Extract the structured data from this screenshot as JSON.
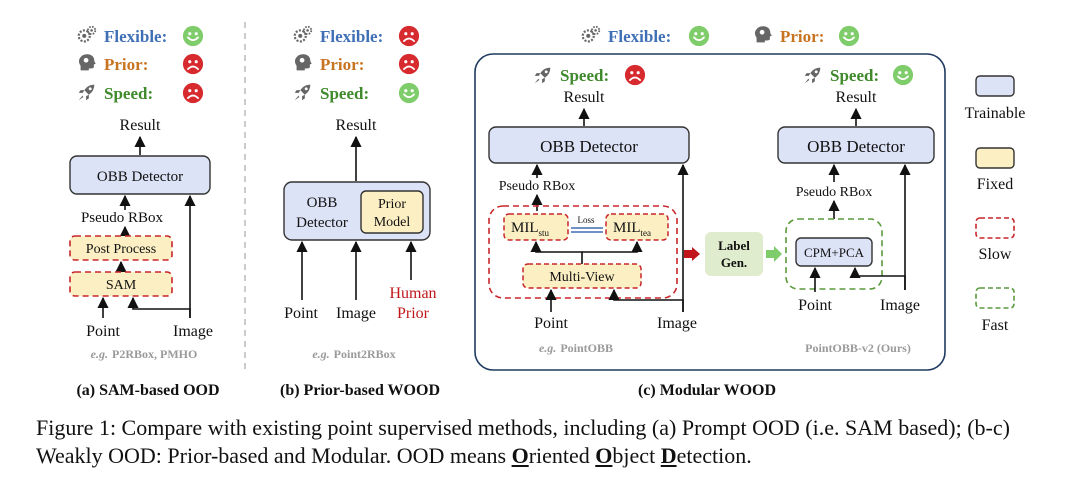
{
  "panel_a": {
    "flexible": "Flexible:",
    "prior": "Prior:",
    "speed": "Speed:",
    "result": "Result",
    "obb": "OBB Detector",
    "pseudo": "Pseudo RBox",
    "post": "Post Process",
    "sam": "SAM",
    "point": "Point",
    "image": "Image",
    "eg": "e.g.",
    "eg_names": "P2RBox, PMHO",
    "label": "(a) SAM-based OOD"
  },
  "panel_b": {
    "flexible": "Flexible:",
    "prior": "Prior:",
    "speed": "Speed:",
    "result": "Result",
    "obb_line1": "OBB",
    "obb_line2": "Detector",
    "prior_model_line1": "Prior",
    "prior_model_line2": "Model",
    "point": "Point",
    "image": "Image",
    "human_line1": "Human",
    "human_line2": "Prior",
    "eg": "e.g.",
    "eg_names": "Point2RBox",
    "label": "(b) Prior-based WOOD"
  },
  "panel_c": {
    "flexible": "Flexible:",
    "prior": "Prior:",
    "speed_left": "Speed:",
    "speed_right": "Speed:",
    "result_left": "Result",
    "result_right": "Result",
    "obb_left": "OBB Detector",
    "obb_right": "OBB Detector",
    "pseudo_left": "Pseudo RBox",
    "pseudo_right": "Pseudo RBox",
    "mil": "MIL",
    "stu": "stu",
    "tea": "tea",
    "loss": "Loss",
    "multiview": "Multi-View",
    "label_gen_line1": "Label",
    "label_gen_line2": "Gen.",
    "cpm": "CPM+PCA",
    "point_left": "Point",
    "image_left": "Image",
    "point_right": "Point",
    "image_right": "Image",
    "eg": "e.g.",
    "eg_names": "PointOBB",
    "ours": "PointOBB-v2 (Ours)",
    "label": "(c) Modular WOOD"
  },
  "legend": {
    "trainable": "Trainable",
    "fixed": "Fixed",
    "slow": "Slow",
    "fast": "Fast"
  },
  "caption": {
    "part1": "Figure 1: Compare with existing point supervised methods, including (a) Prompt OOD (i.e. SAM based); (b-c) Weakly OOD: Prior-based and Modular. OOD means ",
    "o1": "O",
    "rest1": "riented ",
    "o2": "O",
    "rest2": "bject ",
    "d": "D",
    "rest3": "etection."
  },
  "colors": {
    "trainable_fill": "#dde3f7",
    "fixed_fill": "#fbefc3",
    "slow_dash": "#c8262a",
    "fast_dash": "#5a9a3c",
    "happy_face": "#7fcc6a",
    "sad_face": "#d62a2e",
    "panel_border": "#1f3a5f"
  }
}
